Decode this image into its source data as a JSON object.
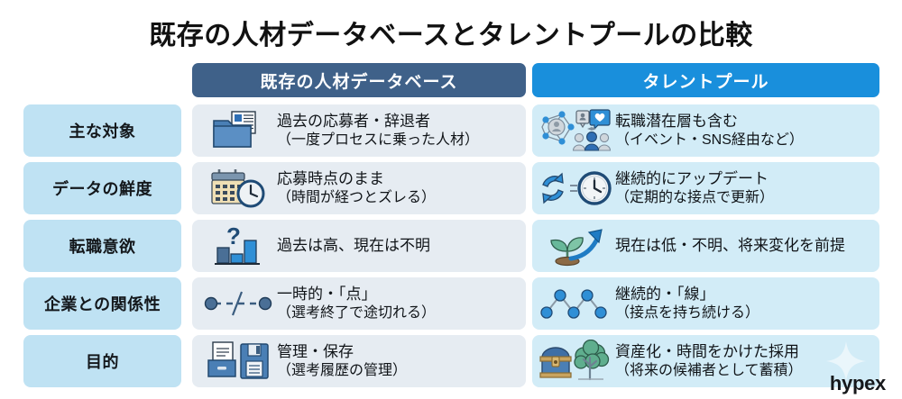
{
  "title": "既存の人材データベースとタレントプールの比較",
  "colors": {
    "header_existing": "#3f6189",
    "header_pool": "#198fdc",
    "row_label_bg": "#bfe2f3",
    "cell_existing_bg": "#e6ecf2",
    "cell_pool_bg": "#d2ecf7",
    "accent_blue": "#1f8ad6",
    "dark_blue": "#3f6189"
  },
  "headers": {
    "row_label_col": "",
    "existing": "既存の人材データベース",
    "pool": "タレントプール"
  },
  "rows": [
    {
      "label": "主な対象",
      "existing": {
        "icon": "folder-documents-icon",
        "main": "過去の応募者・辞退者",
        "sub": "（一度プロセスに乗った人材）"
      },
      "pool": {
        "icon": "network-people-heart-icon",
        "main": "転職潜在層も含む",
        "sub": "（イベント・SNS経由など）"
      }
    },
    {
      "label": "データの鮮度",
      "existing": {
        "icon": "calendar-clock-icon",
        "main": "応募時点のまま",
        "sub": "（時間が経つとズレる）"
      },
      "pool": {
        "icon": "refresh-clock-icon",
        "main": "継続的にアップデート",
        "sub": "（定期的な接点で更新）"
      }
    },
    {
      "label": "転職意欲",
      "existing": {
        "icon": "bar-chart-question-icon",
        "main": "過去は高、現在は不明",
        "sub": ""
      },
      "pool": {
        "icon": "seedling-growth-arrow-icon",
        "main": "現在は低・不明、将来変化を前提",
        "sub": ""
      }
    },
    {
      "label": "企業との関係性",
      "existing": {
        "icon": "broken-dotted-line-icon",
        "main": "一時的・「点」",
        "sub": "（選考終了で途切れる）"
      },
      "pool": {
        "icon": "connected-zigzag-dots-icon",
        "main": "継続的・「線」",
        "sub": "（接点を持ち続ける）"
      }
    },
    {
      "label": "目的",
      "existing": {
        "icon": "file-tray-floppy-icon",
        "main": "管理・保存",
        "sub": "（選考履歴の管理）"
      },
      "pool": {
        "icon": "treasure-chest-tree-icon",
        "main": "資産化・時間をかけた採用",
        "sub": "（将来の候補者として蓄積）"
      }
    }
  ],
  "logo": "hypex"
}
